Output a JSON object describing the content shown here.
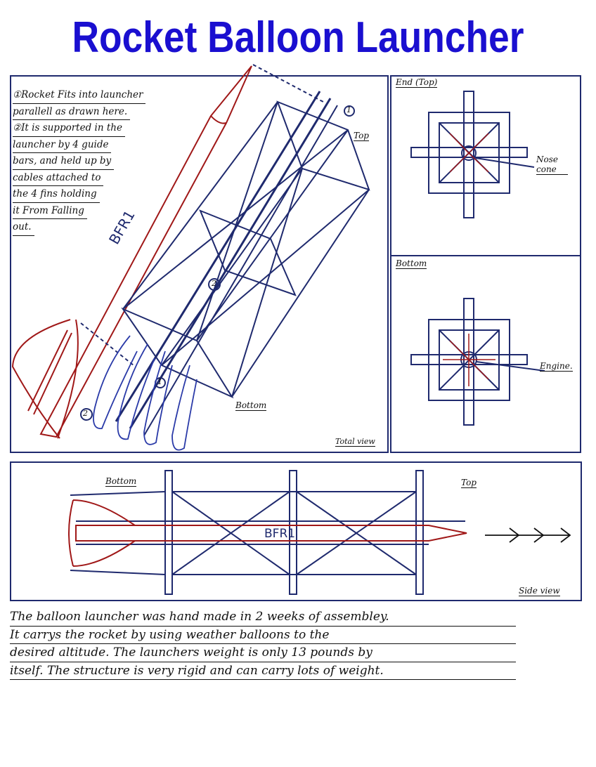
{
  "title": "Rocket Balloon Launcher",
  "notes": {
    "line1": "①Rocket Fits into launcher",
    "line2": "parallell as drawn here.",
    "line3": "②It is supported in the",
    "line4": "launcher by 4 guide",
    "line5": "bars, and held up by",
    "line6": "cables attached to",
    "line7": "the 4 fins holding",
    "line8": "it From Falling",
    "line9": "out."
  },
  "total_view": {
    "rocket_label": "BFR1",
    "top_label": "Top",
    "bottom_label": "Bottom",
    "marker_1": "1",
    "marker_2": "2",
    "caption": "Total view"
  },
  "end_view": {
    "title": "End (Top)",
    "callout": "Nose cone"
  },
  "bottom_view": {
    "title": "Bottom",
    "callout": "Engine."
  },
  "side_view": {
    "bottom_label": "Bottom",
    "top_label": "Top",
    "rocket_label": "BFR1",
    "caption": "Side view"
  },
  "description": {
    "line1": "The balloon launcher was hand made in 2 weeks of assembley.",
    "line2": "It carrys the rocket by using weather balloons to the",
    "line3": "desired altitude. The launchers weight is only 13 pounds by",
    "line4": "itself. The structure is very rigid and can carry lots of weight."
  },
  "colors": {
    "title": "#1a0fd0",
    "frame_ink": "#1f2a6e",
    "rocket_ink": "#a01818",
    "balloon_ink": "#2a3aa8",
    "text_ink": "#111111"
  }
}
